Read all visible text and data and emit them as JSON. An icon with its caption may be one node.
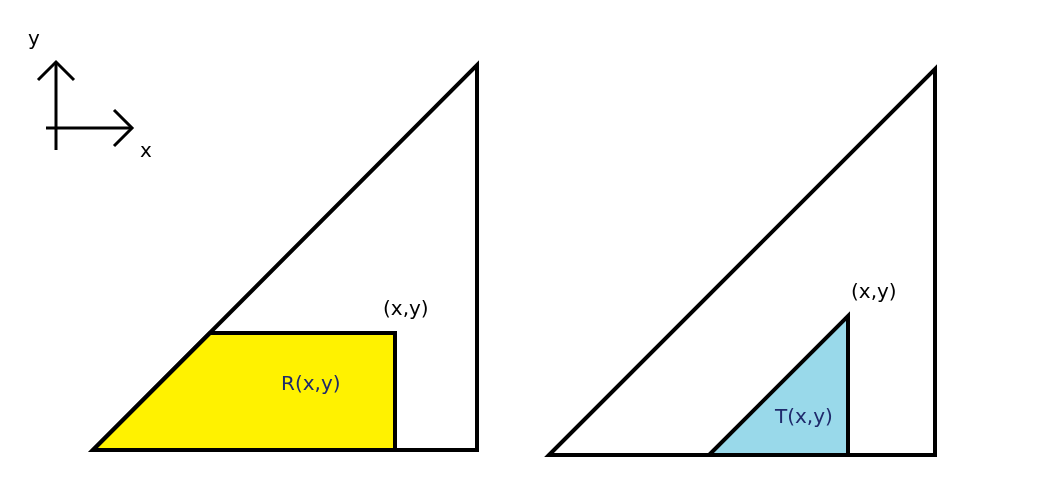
{
  "diagram": {
    "nodes": [
      {
        "text": [],
        "shape": "triangle"
      },
      {
        "text": [
          "R(x,y)"
        ],
        "in": 0,
        "beside": [
          "(x,y)"
        ]
      },
      {
        "text": [],
        "shape": "triangle"
      },
      {
        "text": [
          "T(x,y)"
        ],
        "in": 2,
        "beside": [
          "(x,y)"
        ]
      }
    ],
    "edges": [],
    "labels": [
      "y",
      "x"
    ]
  }
}
